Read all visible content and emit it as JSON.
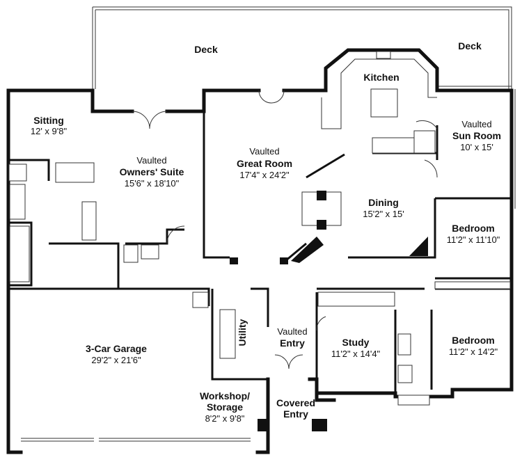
{
  "rooms": {
    "deck_left": {
      "name": "Deck"
    },
    "deck_right": {
      "name": "Deck"
    },
    "kitchen": {
      "name": "Kitchen"
    },
    "sitting": {
      "name": "Sitting",
      "dims": "12' x 9'8\""
    },
    "owners_suite": {
      "line1": "Vaulted",
      "name": "Owners' Suite",
      "dims": "15'6\" x 18'10\""
    },
    "great_room": {
      "line1": "Vaulted",
      "name": "Great Room",
      "dims": "17'4\" x 24'2\""
    },
    "sun_room": {
      "line1": "Vaulted",
      "name": "Sun Room",
      "dims": "10' x 15'"
    },
    "dining": {
      "name": "Dining",
      "dims": "15'2\" x 15'"
    },
    "bedroom_1": {
      "name": "Bedroom",
      "dims": "11'2\" x 11'10\""
    },
    "bedroom_2": {
      "name": "Bedroom",
      "dims": "11'2\" x 14'2\""
    },
    "garage": {
      "name": "3-Car Garage",
      "dims": "29'2\" x 21'6\""
    },
    "utility": {
      "name": "Utility"
    },
    "entry": {
      "line1": "Vaulted",
      "name": "Entry"
    },
    "study": {
      "name": "Study",
      "dims": "11'2\" x 14'4\""
    },
    "workshop": {
      "line1": "Workshop/",
      "name": "Storage",
      "dims": "8'2\" x 9'8\""
    },
    "covered_entry": {
      "line1": "Covered",
      "name": "Entry"
    }
  }
}
